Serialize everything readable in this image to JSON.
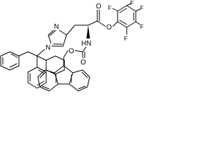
{
  "structure": {
    "atom_labels": {
      "n_imidazole_top": "N",
      "n_imidazole_trityl": "N",
      "n_amide": "HN",
      "o_carbonyl_ester": "O",
      "o_ester": "O",
      "o_carbamate_carbonyl": "O",
      "o_carbamate": "O",
      "f1": "F",
      "f2": "F",
      "f3": "F",
      "f4": "F",
      "f5": "F"
    }
  }
}
